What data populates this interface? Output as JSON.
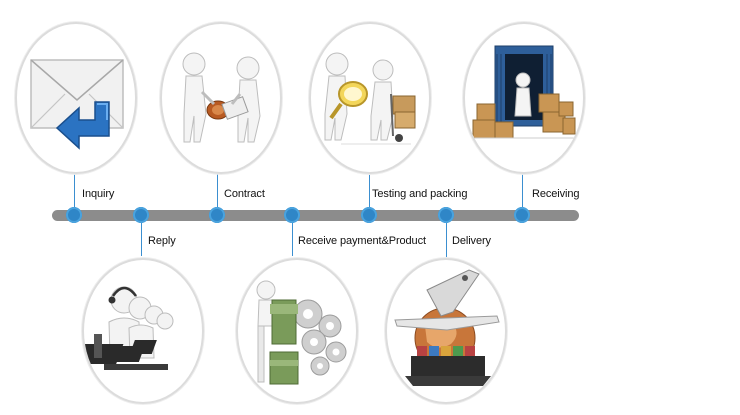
{
  "steps": {
    "inquiry": "Inquiry",
    "reply": "Reply",
    "contract": "Contract",
    "receive_payment": "Receive payment&Product",
    "testing_packing": "Testing and packing",
    "delivery": "Delivery",
    "receiving": "Receiving"
  },
  "colors": {
    "timeline": "#8c8c8c",
    "node": "#2f86c7",
    "connector": "#3b8fd0"
  },
  "icons": {
    "inquiry": "envelope-arrow-icon",
    "reply": "call-center-icon",
    "contract": "handshake-contract-icon",
    "receive_payment": "money-gears-icon",
    "testing_packing": "magnifier-cart-icon",
    "delivery": "plane-globe-ship-icon",
    "receiving": "container-boxes-icon"
  }
}
